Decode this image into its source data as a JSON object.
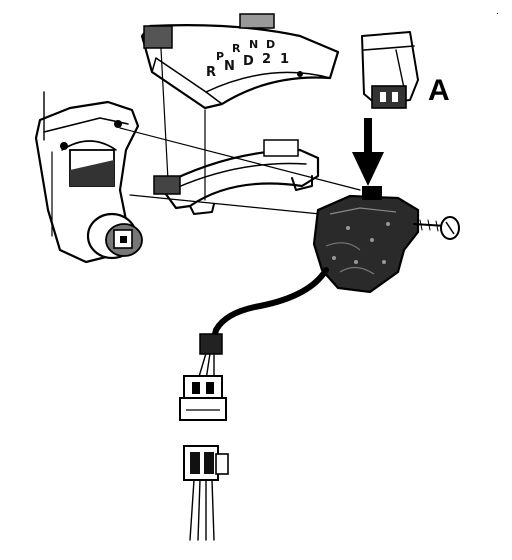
{
  "figure": {
    "callout_label": "A",
    "gear_upper": [
      "P",
      "R",
      "N",
      "D"
    ],
    "gear_lower": [
      "R",
      "N",
      "D",
      "2",
      "1"
    ],
    "colors": {
      "ink": "#000000",
      "paper": "#ffffff",
      "shadow": "#2a2a2a"
    }
  }
}
